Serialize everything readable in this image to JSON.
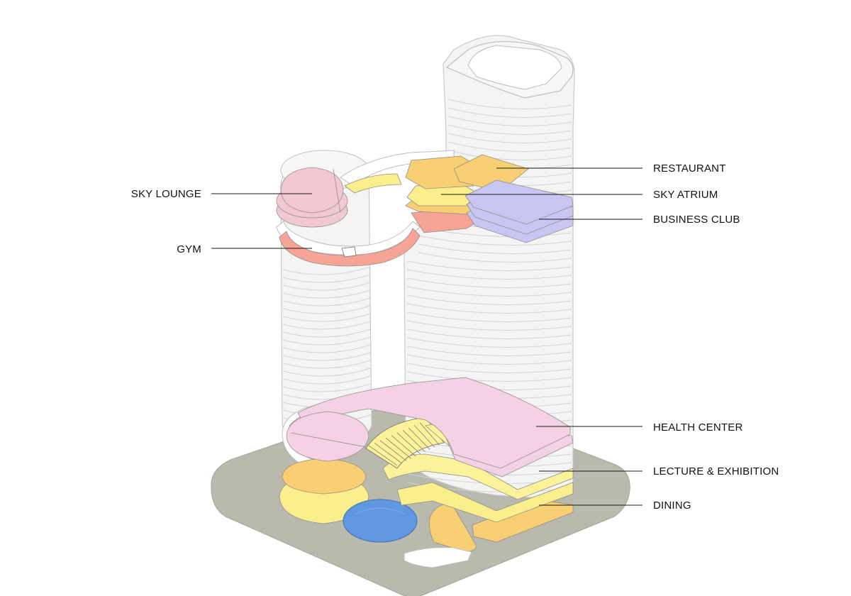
{
  "labels": {
    "restaurant": "RESTAURANT",
    "sky_atrium": "SKY ATRIUM",
    "business_club": "BUSINESS CLUB",
    "sky_lounge": "SKY LOUNGE",
    "gym": "GYM",
    "health_center": "HEALTH CENTER",
    "lecture_exhibition": "LECTURE & EXHIBITION",
    "dining": "DINING"
  },
  "colors": {
    "restaurant": "#f9cf74",
    "sky_atrium": "#fbee8c",
    "business_club": "#c9c6f4",
    "sky_lounge": "#f2c9d3",
    "gym": "#f6a495",
    "health_center": "#f5d1e6",
    "lecture_exhibition": "#fbf29a",
    "dining": "#f9c865",
    "pool": "#5f97e0",
    "plinth": "#b9b9ad",
    "tower": "#f4f4f3"
  }
}
